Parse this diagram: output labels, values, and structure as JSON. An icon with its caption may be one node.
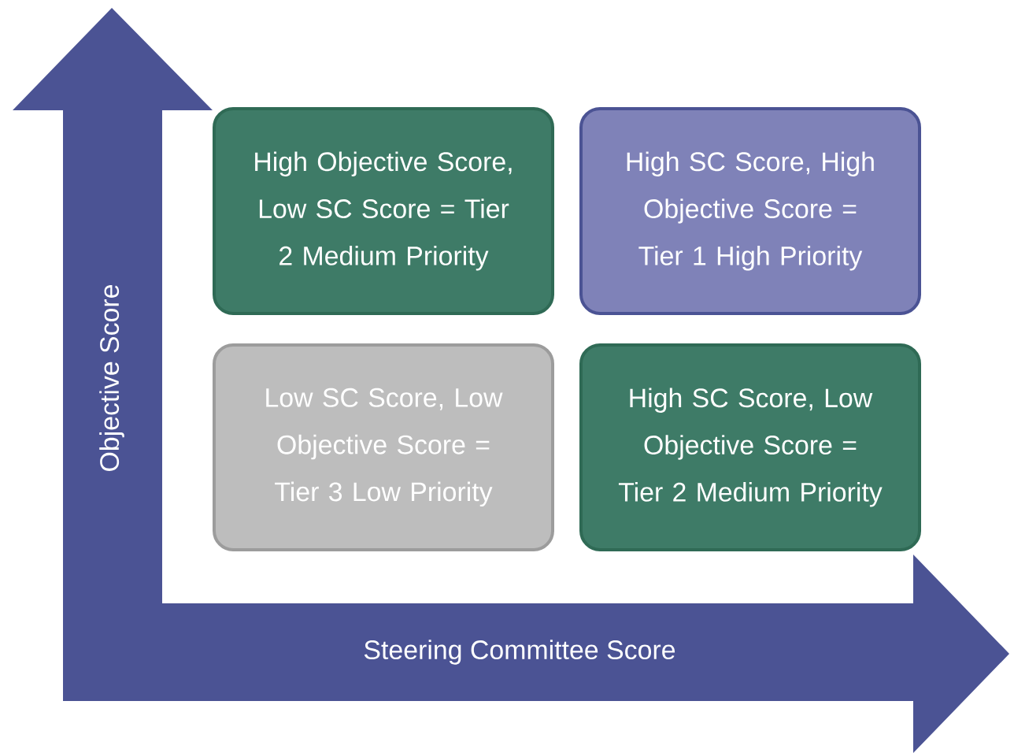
{
  "diagram": {
    "nodes": [
      {
        "text": [
          "High Objective Score, Low SC Score = Tier 2 Medium Priority"
        ]
      },
      {
        "text": [
          "High SC Score, High Objective Score = Tier 1 High Priority"
        ]
      },
      {
        "text": [
          "Low SC Score, Low Objective Score = Tier 3 Low Priority"
        ]
      },
      {
        "text": [
          "High SC Score, Low Objective Score = Tier 2 Medium Priority"
        ]
      }
    ],
    "edges": [],
    "labels": [
      "Objective Score",
      "Steering Committee Score"
    ]
  }
}
